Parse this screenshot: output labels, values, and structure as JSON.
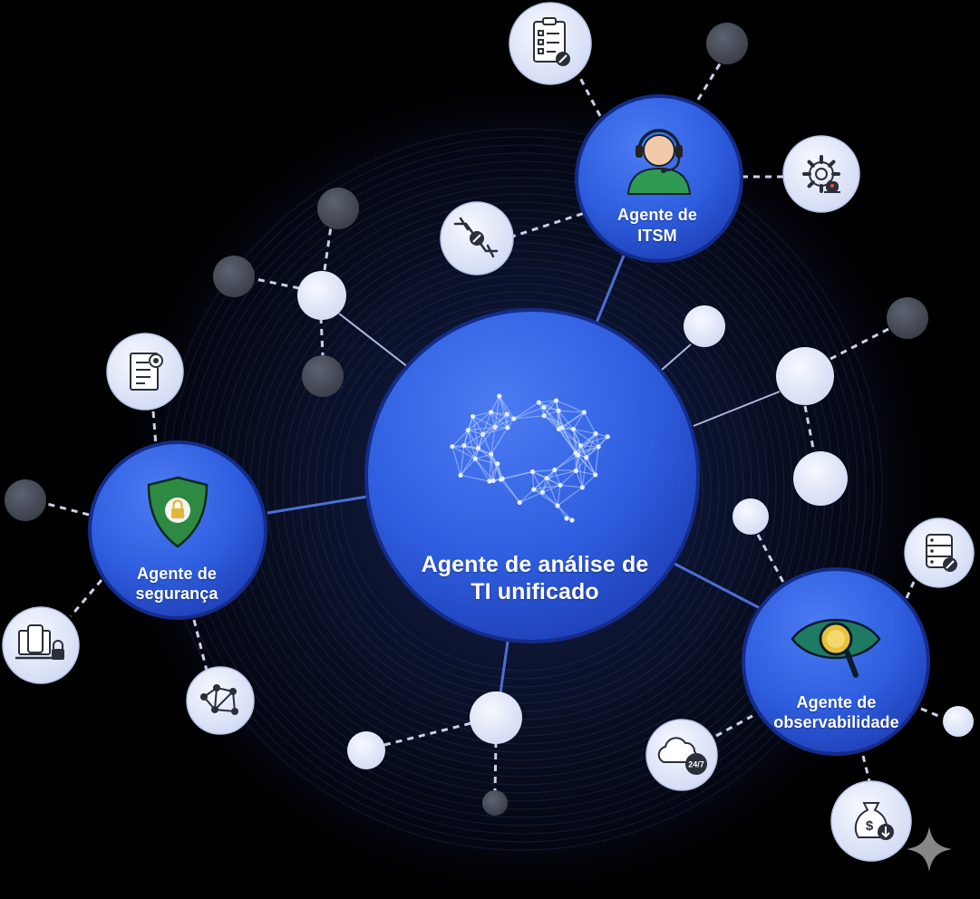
{
  "diagram": {
    "center_agent": {
      "line1": "Agente de análise de",
      "line2": "TI unificado"
    },
    "agents": {
      "itsm": {
        "line1": "Agente de",
        "line2": "ITSM"
      },
      "security": {
        "line1": "Agente de",
        "line2": "segurança"
      },
      "observability": {
        "line1": "Agente de",
        "line2": "observabilidade"
      }
    },
    "icons": {
      "center": "brain-network-icon",
      "itsm": "support-headset-agent-icon",
      "security": "shield-lock-icon",
      "observability": "eye-magnifier-icon",
      "satellites": [
        "clipboard-checklist-icon",
        "gear-alert-icon",
        "network-cable-icon",
        "document-certificate-icon",
        "devices-lock-icon",
        "network-graph-icon",
        "database-wrench-icon",
        "cloud-24-7-icon",
        "money-bag-down-icon"
      ],
      "watermark": "sparkle-icon"
    },
    "badge_text": "24/7",
    "colors": {
      "background": "#000000",
      "hub_blue": "#2f5fe0",
      "hub_blue_dark": "#1c3ab0",
      "hub_border": "#142c8a",
      "node_light": "#e4e9fb",
      "node_dark": "#4c5260",
      "link_solid": "#4a6fd6",
      "link_dashed": "#c9d0e6",
      "shield_green": "#2e8a42",
      "eye_green": "#1f7a63",
      "lock_yellow": "#e3b63a"
    }
  }
}
